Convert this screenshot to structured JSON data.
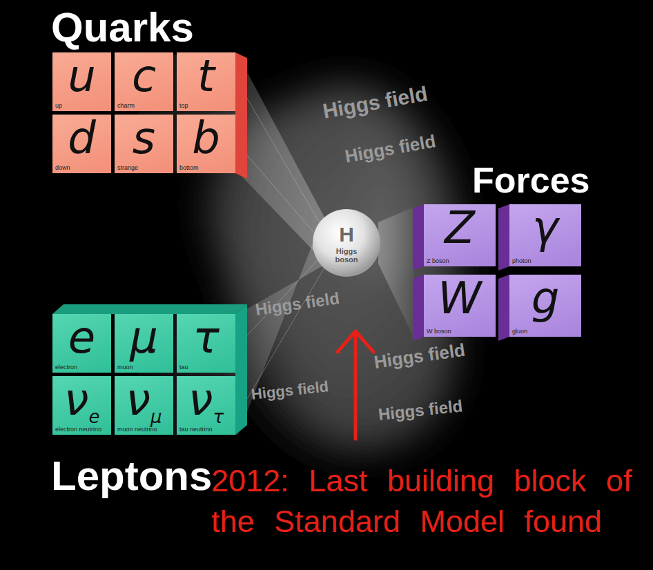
{
  "diagram": {
    "nodes": [
      {
        "text": [
          "u",
          "up"
        ]
      },
      {
        "text": [
          "c",
          "charm"
        ]
      },
      {
        "text": [
          "t",
          "top"
        ]
      },
      {
        "text": [
          "d",
          "down"
        ]
      },
      {
        "text": [
          "s",
          "strange"
        ]
      },
      {
        "text": [
          "b",
          "bottom"
        ]
      },
      {
        "text": [
          "H",
          "Higgs boson"
        ]
      },
      {
        "text": [
          "Z",
          "Z boson"
        ]
      },
      {
        "text": [
          "γ",
          "photon"
        ]
      },
      {
        "text": [
          "W",
          "W boson"
        ]
      },
      {
        "text": [
          "g",
          "gluon"
        ]
      },
      {
        "text": [
          "e",
          "electron"
        ]
      },
      {
        "text": [
          "μ",
          "muon"
        ]
      },
      {
        "text": [
          "τ",
          "tau"
        ]
      },
      {
        "text": [
          "ν",
          "e",
          "electron neutrino"
        ]
      },
      {
        "text": [
          "ν",
          "μ",
          "muon neutrino"
        ]
      },
      {
        "text": [
          "ν",
          "τ",
          "tau neutrino"
        ]
      }
    ],
    "labels": [
      "Quarks",
      "Forces",
      "Leptons",
      "Higgs field",
      "Higgs field",
      "Higgs field",
      "Higgs field",
      "Higgs field",
      "Higgs field",
      "2012: Last building block of the Standard Model found"
    ]
  }
}
